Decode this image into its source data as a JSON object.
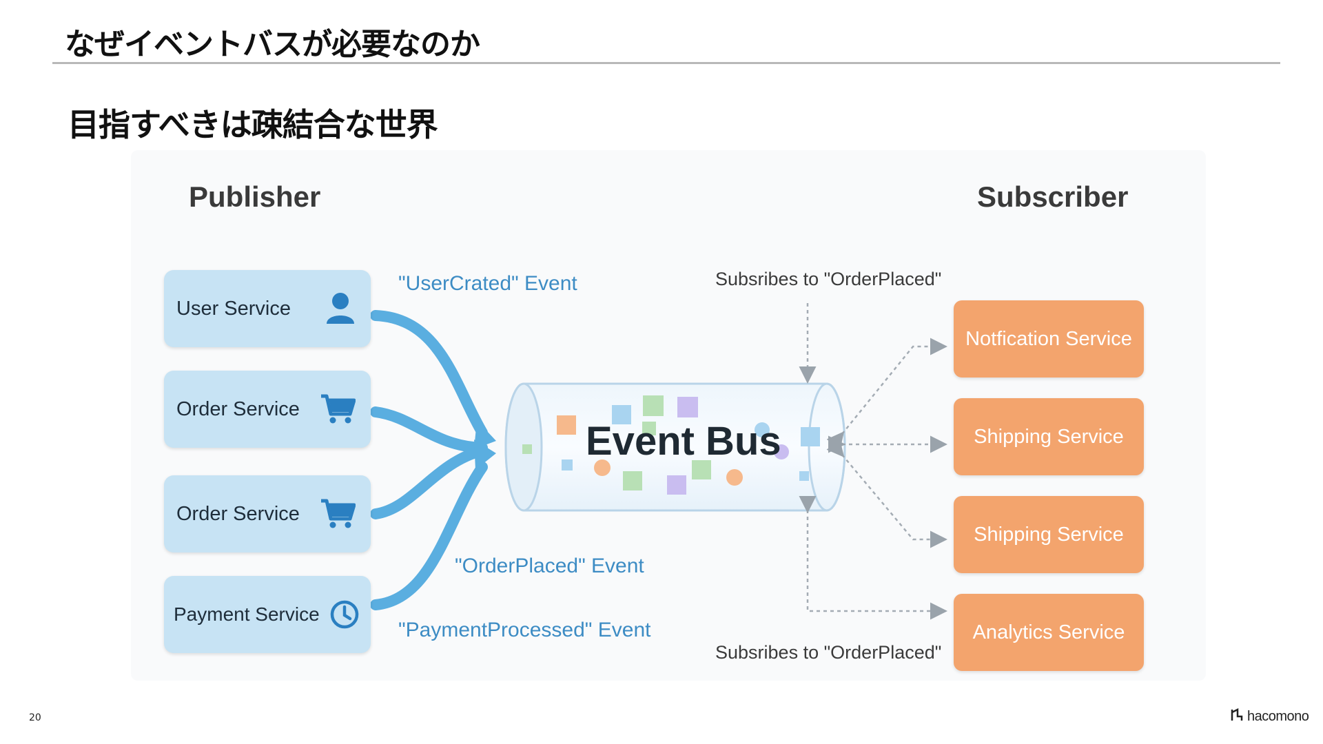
{
  "header": {
    "title": "なぜイベントバスが必要なのか",
    "subtitle": "目指すべきは疎結合な世界"
  },
  "diagram": {
    "publisher_heading": "Publisher",
    "subscriber_heading": "Subscriber",
    "publishers": [
      {
        "label": "User Service",
        "icon": "user-icon"
      },
      {
        "label": "Order Service",
        "icon": "cart-icon"
      },
      {
        "label": "Order Service",
        "icon": "cart-icon"
      },
      {
        "label": "Payment Service",
        "icon": "clock-icon"
      }
    ],
    "events": {
      "user_created": "\"UserCrated\" Event",
      "order_placed": "\"OrderPlaced\" Event",
      "payment_processed": "\"PaymentProcessed\" Event"
    },
    "bus_label": "Event Bus",
    "subscription_notes": {
      "top": "Subsribes to \"OrderPlaced\"",
      "bottom": "Subsribes to \"OrderPlaced\""
    },
    "subscribers": [
      {
        "label": "Notfication Service"
      },
      {
        "label": "Shipping Service"
      },
      {
        "label": "Shipping Service"
      },
      {
        "label": "Analytics Service"
      }
    ],
    "colors": {
      "publisher_box": "#c7e3f4",
      "publisher_icon": "#2a7fc1",
      "flow_arrow": "#5aaee0",
      "subscriber_box": "#f3a46d",
      "event_text": "#3d8cc4"
    }
  },
  "footer": {
    "page_number": "20",
    "logo_text": "hacomono"
  }
}
